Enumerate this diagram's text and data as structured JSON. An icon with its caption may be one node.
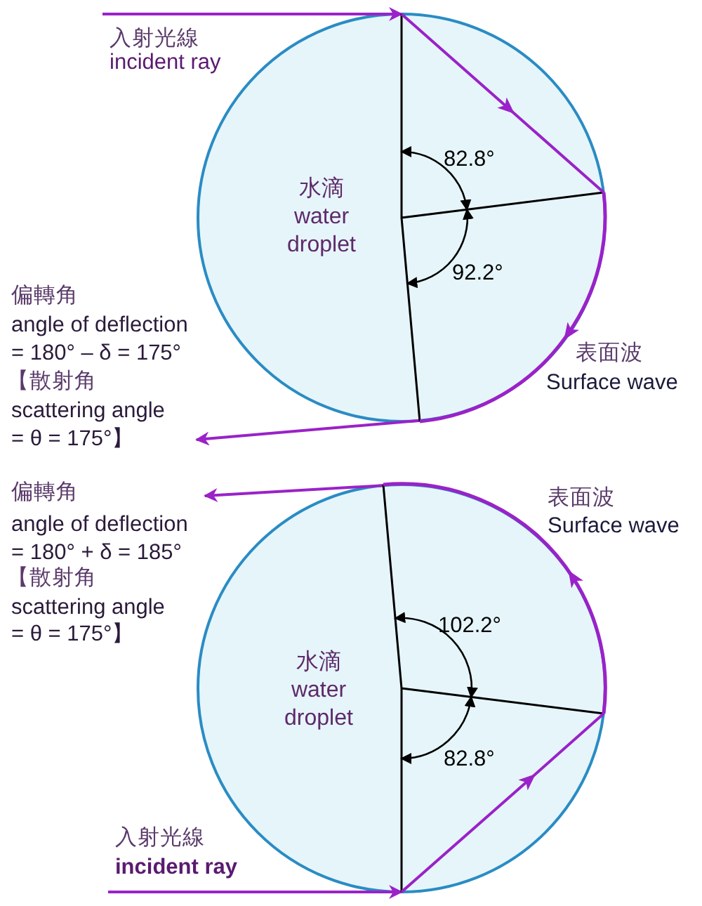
{
  "diagram": {
    "nodes": [
      {
        "text": [
          "水滴",
          "water droplet"
        ]
      },
      {
        "text": [
          "水滴",
          "water droplet"
        ]
      }
    ],
    "edges": [
      {
        "from": null,
        "to": 0,
        "arrow": "to"
      },
      {
        "from": 0,
        "to": null,
        "arrow": "to"
      },
      {
        "from": null,
        "to": 1,
        "arrow": "to"
      },
      {
        "from": 1,
        "to": null,
        "arrow": "to"
      }
    ],
    "labels": [
      "入射光線",
      "incident ray",
      "82.8°",
      "92.2°",
      "偏轉角",
      "angle of deflection",
      "= 180° – δ = 175°",
      "【散射角",
      "scattering angle",
      "= θ = 175°】",
      "表面波",
      "Surface wave",
      "偏轉角",
      "angle of deflection",
      "= 180° + δ = 185°",
      "【散射角",
      "scattering angle",
      "= θ = 175°】",
      "表面波",
      "Surface wave",
      "102.2°",
      "82.8°",
      "入射光線",
      "incident ray"
    ]
  }
}
